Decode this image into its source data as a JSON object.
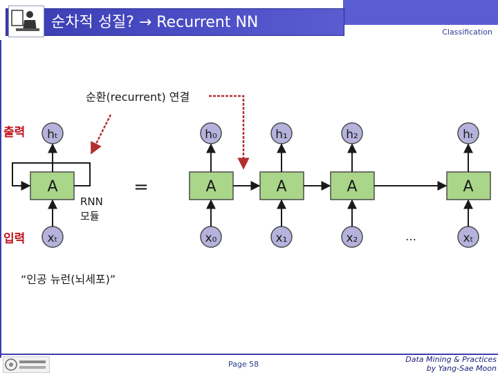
{
  "header": {
    "title": "순차적 성질? → Recurrent NN",
    "classification": "Classification"
  },
  "diagram": {
    "recurrent_label": "순환(recurrent) 연결",
    "output_label": "출력",
    "input_label": "입력",
    "module_label_line1": "RNN",
    "module_label_line2": "모듈",
    "equals": "=",
    "ellipsis": "…",
    "neuron_label": "“인공 뉴런(뇌세포)”",
    "cell_label": "A",
    "folded": {
      "output": "hₜ",
      "input": "xₜ"
    },
    "unrolled": [
      {
        "output": "h₀",
        "input": "x₀"
      },
      {
        "output": "h₁",
        "input": "x₁"
      },
      {
        "output": "h₂",
        "input": "x₂"
      },
      {
        "output": "hₜ",
        "input": "xₜ"
      }
    ],
    "colors": {
      "cell_fill": "#a9d689",
      "cell_stroke": "#4a4a4a",
      "node_fill": "#b5b2dc",
      "arrow": "#1a1a1a",
      "red_label": "#c0141c",
      "pointer": "#b03030"
    }
  },
  "footer": {
    "page": "Page 58",
    "credit_line1": "Data Mining & Practices",
    "credit_line2": "by Yang-Sae Moon"
  }
}
